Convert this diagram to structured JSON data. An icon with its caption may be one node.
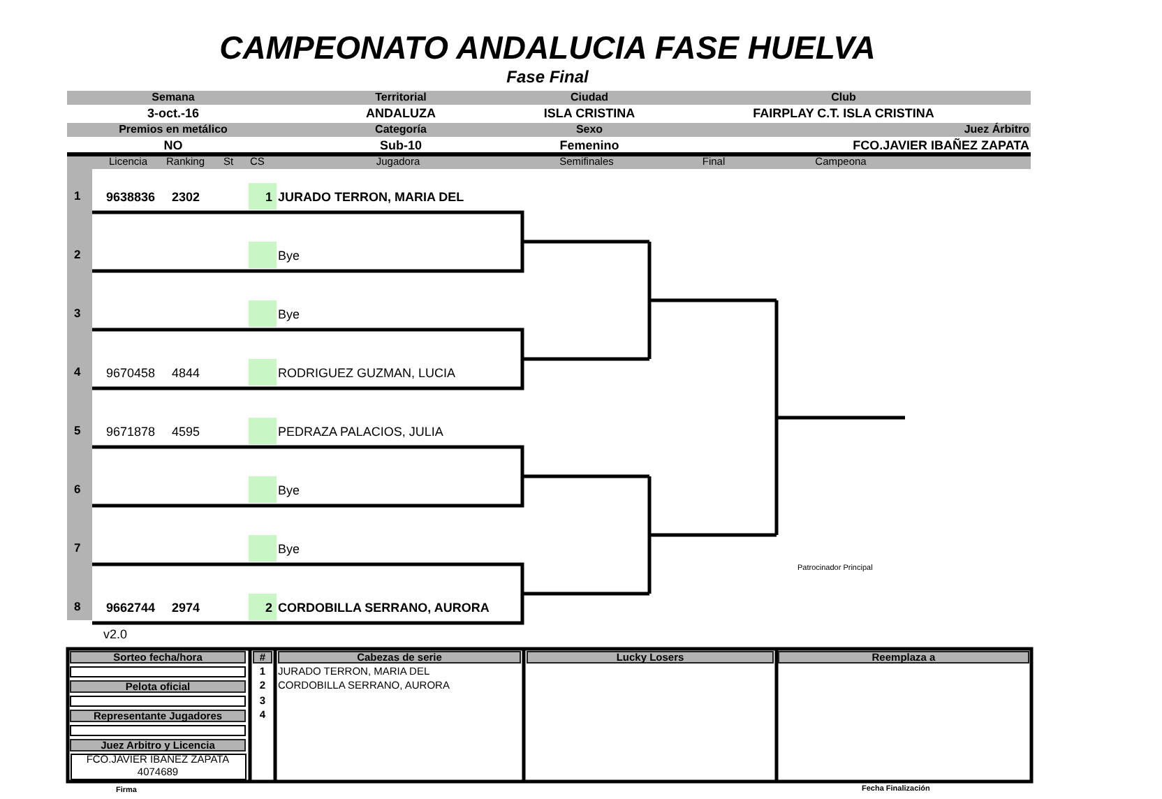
{
  "diagram": {
    "title": "CAMPEONATO ANDALUCIA FASE HUELVA",
    "labels": [
      "Fase Final",
      "Semana",
      "Territorial",
      "Ciudad",
      "Club",
      "3-oct.-16",
      "ANDALUZA",
      "ISLA CRISTINA",
      "FAIRPLAY C.T. ISLA CRISTINA",
      "Premios en metálico",
      "Categoría",
      "Sexo",
      "Juez Árbitro",
      "NO",
      "Sub-10",
      "Femenino",
      "FCO.JAVIER IBAÑEZ ZAPATA",
      "Licencia",
      "Ranking",
      "St",
      "CS",
      "Jugadora",
      "Semifinales",
      "Final",
      "Campeona",
      "1",
      "9638836",
      "2302",
      "1",
      "JURADO TERRON, MARIA DEL",
      "2",
      "Bye",
      "3",
      "Bye",
      "4",
      "9670458",
      "4844",
      "RODRIGUEZ GUZMAN, LUCIA",
      "5",
      "9671878",
      "4595",
      "PEDRAZA PALACIOS, JULIA",
      "6",
      "Bye",
      "7",
      "Bye",
      "Patrocinador Principal",
      "8",
      "9662744",
      "2974",
      "2",
      "CORDOBILLA SERRANO, AURORA",
      "v2.0",
      "Sorteo fecha/hora",
      "#",
      "Cabezas de serie",
      "Lucky Losers",
      "Reemplaza a",
      "1",
      "JURADO TERRON, MARIA DEL",
      "Pelota oficial",
      "2",
      "CORDOBILLA SERRANO, AURORA",
      "3",
      "Representante Jugadores",
      "4",
      "Juez Arbitro y Licencia",
      "FCO.JAVIER IBAÑEZ ZAPATA",
      "4074689",
      "Firma",
      "Fecha Finalización"
    ]
  }
}
